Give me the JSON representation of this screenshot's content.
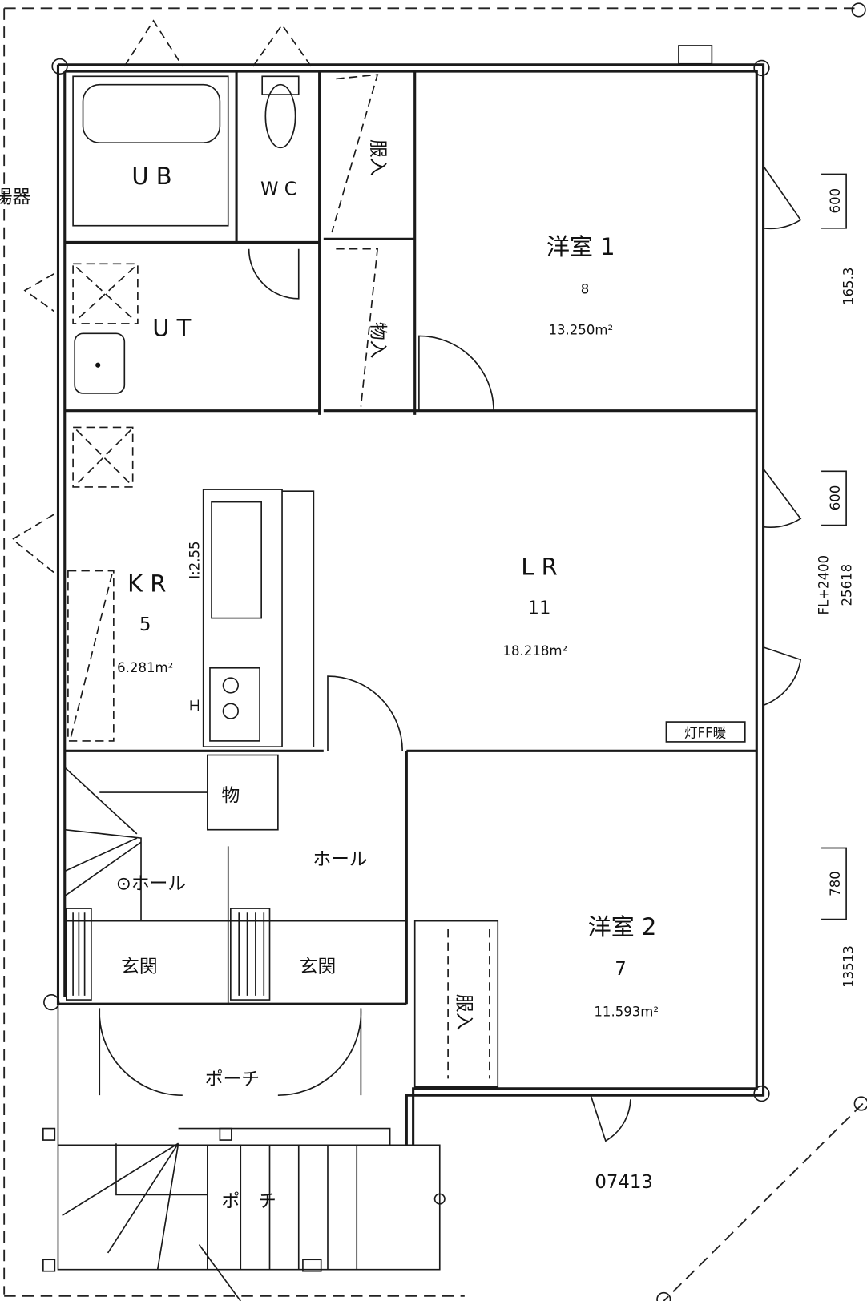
{
  "rooms": {
    "ub": "U B",
    "wc": "W C",
    "closet1": "服入",
    "closet2": "物入",
    "bedroom1": {
      "name": "洋室 1",
      "tatami": "8",
      "area": "13.250m²"
    },
    "ut": "U T",
    "lr": {
      "name": "L R",
      "tatami": "11",
      "area": "18.218m²"
    },
    "kr": {
      "name": "K R",
      "tatami": "5",
      "area": "6.281m²"
    },
    "kitchen_note": "I:2.55",
    "kitchen_mark": "エ",
    "storage": "物",
    "hall": "ホール",
    "stair_hall": "⊙ホール",
    "entrance_left": "玄関",
    "entrance_right": "玄関",
    "bedroom2": {
      "name": "洋室 2",
      "tatami": "7",
      "area": "11.593m²"
    },
    "closet3": "服入",
    "porch": "ポーチ",
    "porch_lower": "ポ　チ"
  },
  "labels": {
    "water_heater": "湯器",
    "equipment": "灯FF暖",
    "drawing_no": "07413"
  },
  "dimensions": {
    "d600a": "600",
    "d1653": "165.3",
    "d600b": "600",
    "fl": "FL+2400",
    "d25618": "25618",
    "d780": "780",
    "d13513": "13513"
  }
}
